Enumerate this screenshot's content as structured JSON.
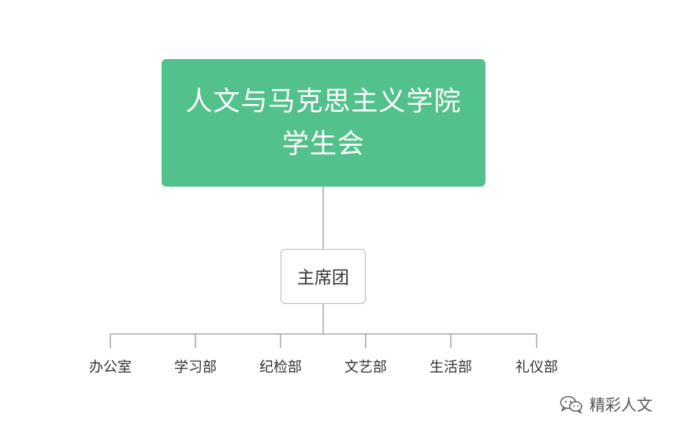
{
  "root": {
    "line1": "人文与马克思主义学院",
    "line2": "学生会"
  },
  "level1": {
    "label": "主席团"
  },
  "departments": [
    {
      "label": "办公室"
    },
    {
      "label": "学习部"
    },
    {
      "label": "纪检部"
    },
    {
      "label": "文艺部"
    },
    {
      "label": "生活部"
    },
    {
      "label": "礼仪部"
    }
  ],
  "watermark": {
    "text": "精彩人文",
    "icon": "wechat-icon"
  },
  "colors": {
    "root_fill": "#52c18b",
    "connector": "#a9a9a9",
    "node_border": "#b9b9b9"
  }
}
